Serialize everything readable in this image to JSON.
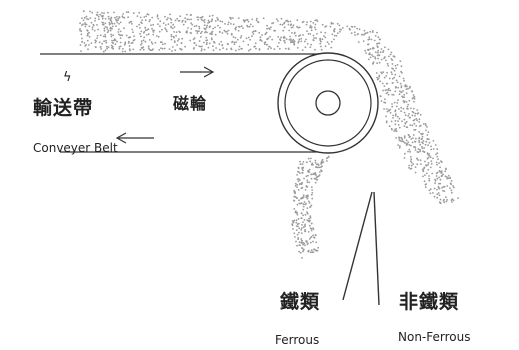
{
  "labels": {
    "conveyor_zh": "輸送帶",
    "conveyor_en": "Conveyer Belt",
    "magnet_zh": "磁輪",
    "ferrous_zh": "鐵類",
    "ferrous_en": "Ferrous",
    "nonferrous_zh": "非鐵類",
    "nonferrous_en": "Non-Ferrous",
    "small_mark": "ϟ"
  },
  "colors": {
    "line": "#333333",
    "dots": "#9a9a9a"
  }
}
